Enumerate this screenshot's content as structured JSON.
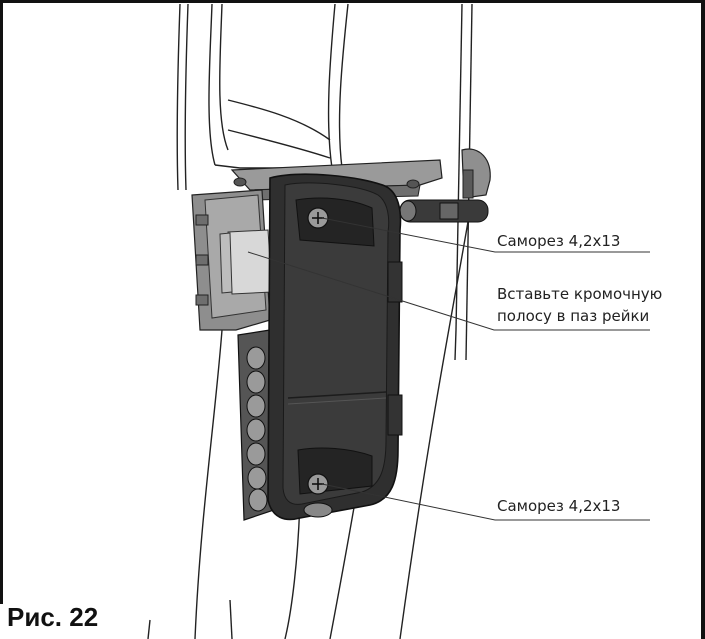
{
  "figure": {
    "caption": "Рис. 22"
  },
  "callouts": [
    {
      "id": "screw-top",
      "text": "Саморез 4,2х13"
    },
    {
      "id": "edge-strip-1",
      "text": "Вставьте кромочную"
    },
    {
      "id": "edge-strip-2",
      "text": "полосу в паз рейки"
    },
    {
      "id": "screw-bottom",
      "text": "Саморез 4,2х13"
    }
  ],
  "colors": {
    "frame": "#111111",
    "body_dark": "#2b2b2b",
    "bracket_gray": "#8a8a8a",
    "strip_light": "#d8d8d8",
    "leader_line": "#333333"
  }
}
